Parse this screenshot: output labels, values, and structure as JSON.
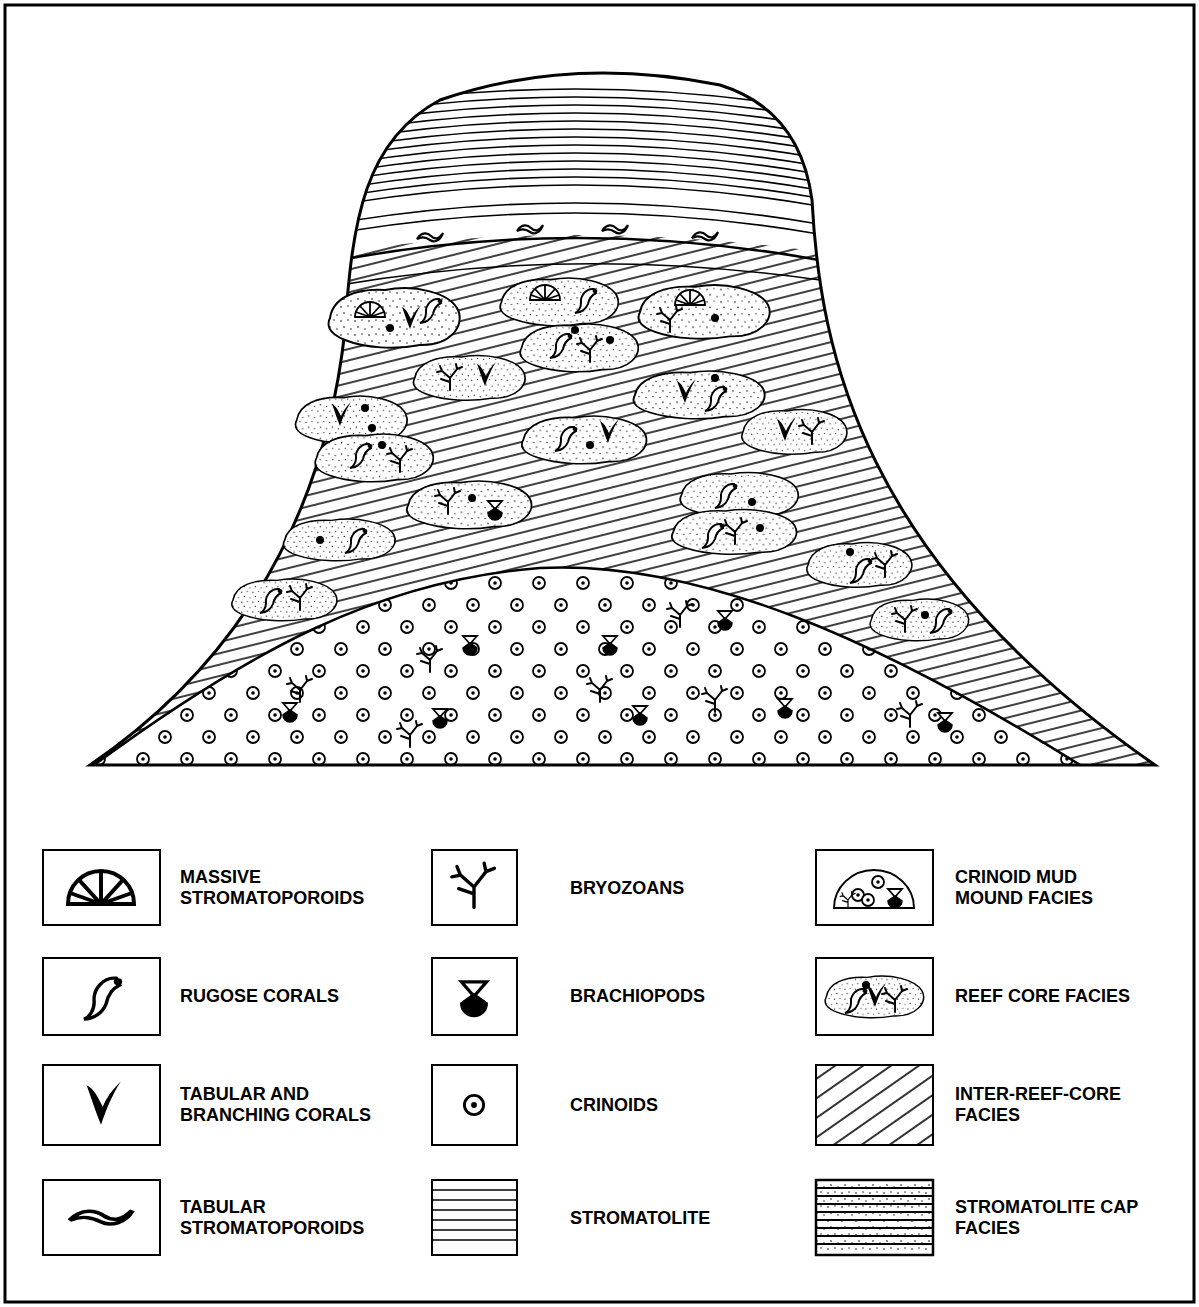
{
  "diagram": {
    "legend": [
      {
        "text": "MASSIVE STROMATOPOROIDS"
      },
      {
        "text": "BRYOZOANS"
      },
      {
        "text": "CRINOID MUD MOUND FACIES"
      },
      {
        "text": "RUGOSE CORALS"
      },
      {
        "text": "BRACHIOPODS"
      },
      {
        "text": "REEF CORE FACIES"
      },
      {
        "text": "TABULAR AND BRANCHING CORALS"
      },
      {
        "text": "CRINOIDS"
      },
      {
        "text": "INTER-REEF-CORE FACIES"
      },
      {
        "text": "TABULAR STROMATOPOROIDS"
      },
      {
        "text": "STROMATOLITE"
      },
      {
        "text": "STROMATOLITE CAP FACIES"
      }
    ]
  }
}
